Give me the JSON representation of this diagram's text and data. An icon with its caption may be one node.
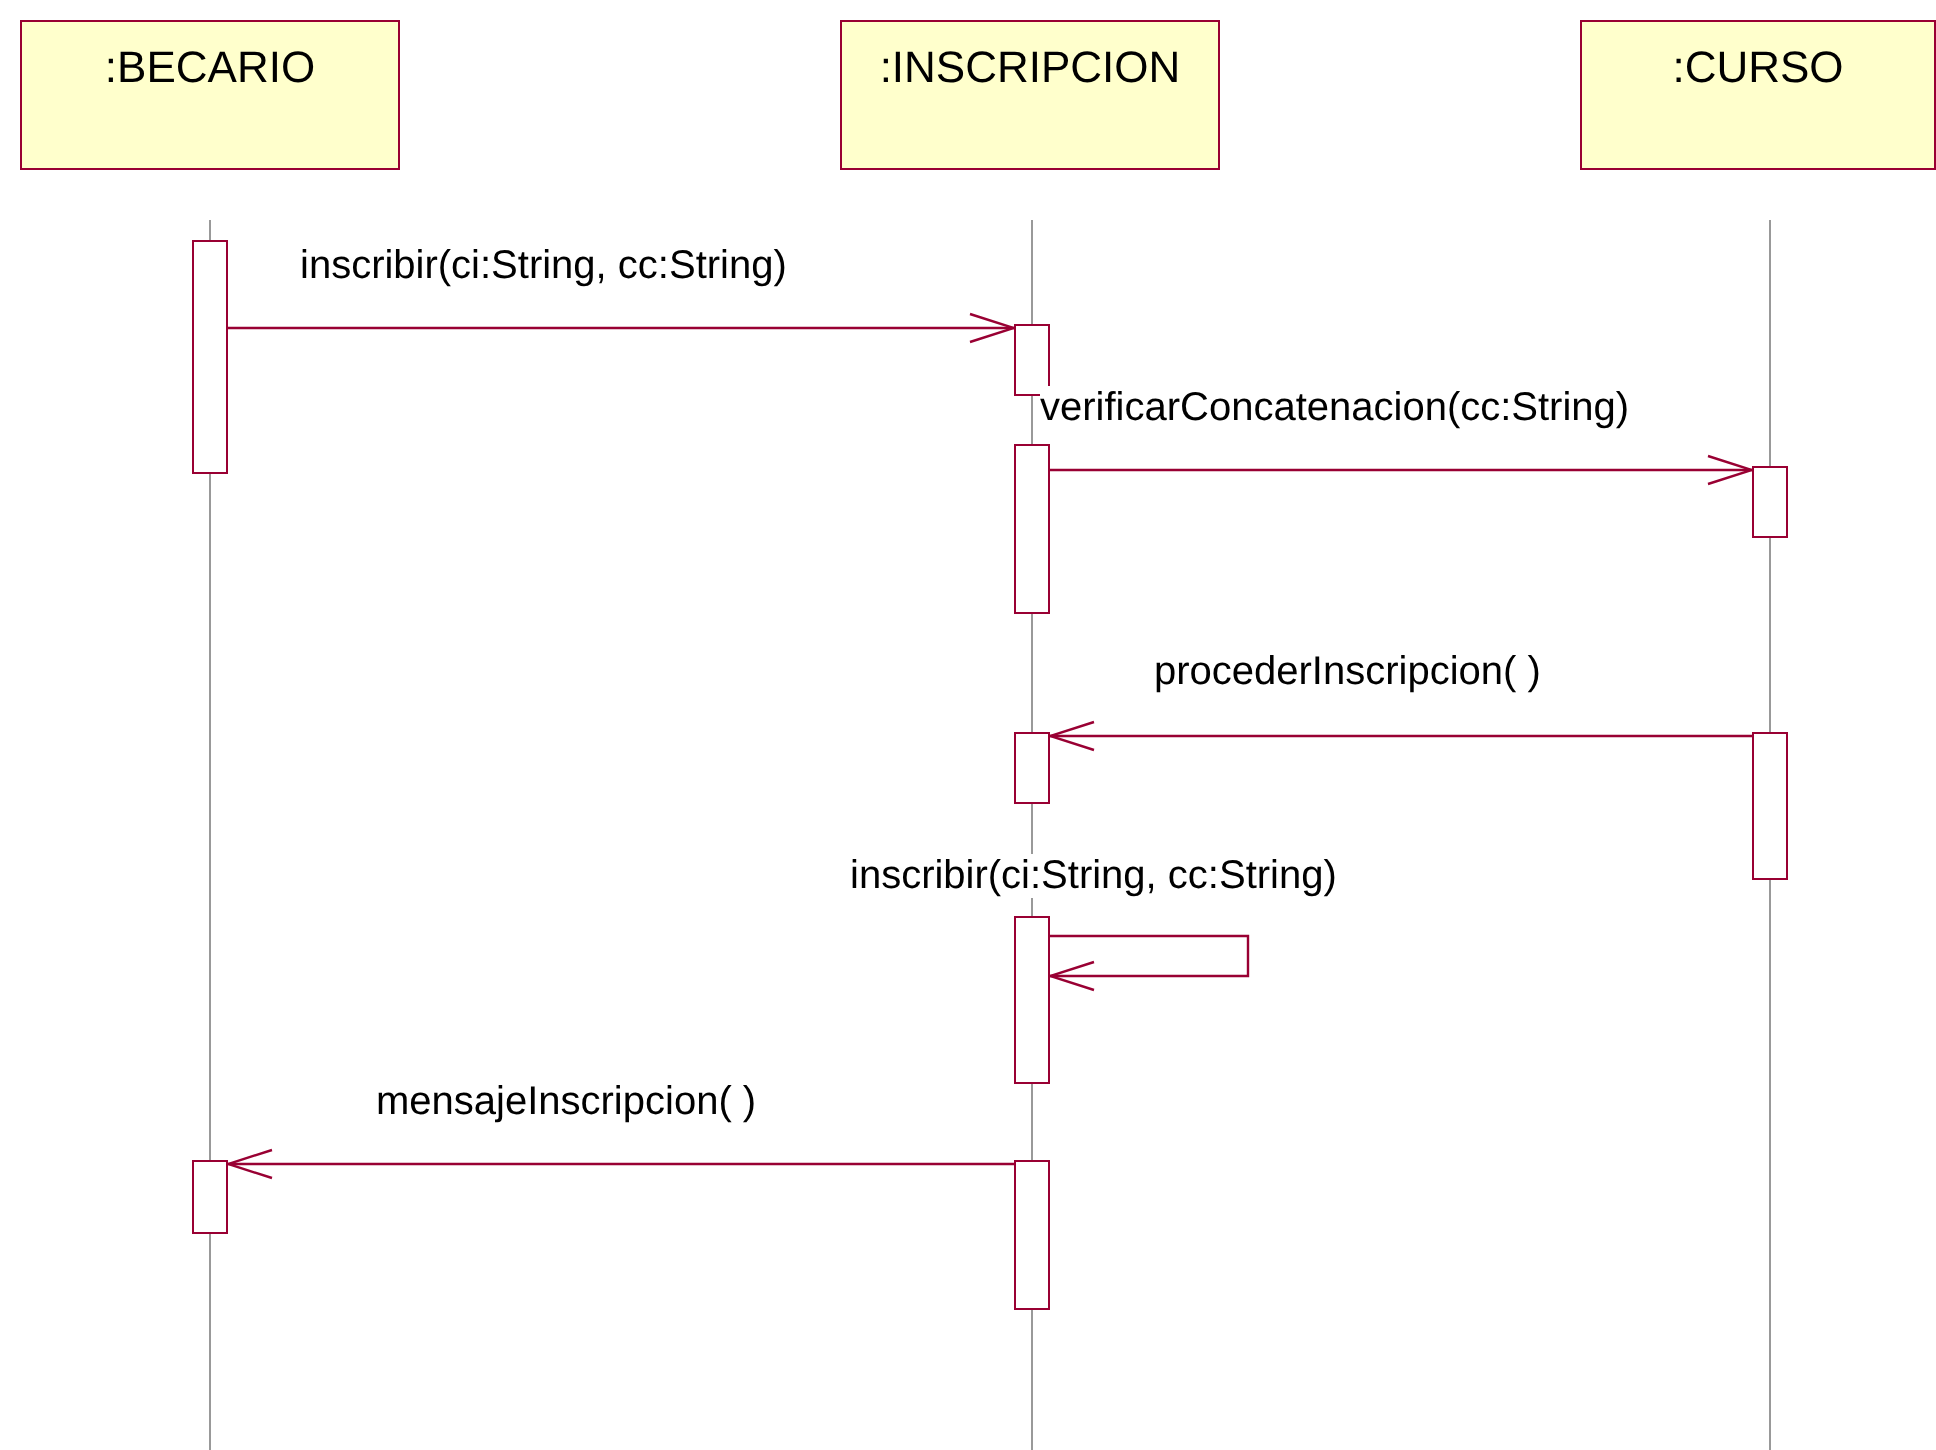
{
  "diagram": {
    "nodes": [
      {
        "text": [
          ":BECARIO"
        ]
      },
      {
        "text": [
          ":INSCRIPCION"
        ]
      },
      {
        "text": [
          ":CURSO"
        ]
      },
      {
        "text": [],
        "shape": "bar"
      },
      {
        "text": [],
        "shape": "bar"
      },
      {
        "text": [],
        "shape": "bar"
      },
      {
        "text": [],
        "shape": "bar"
      },
      {
        "text": [],
        "shape": "bar"
      },
      {
        "text": [],
        "shape": "bar"
      },
      {
        "text": [],
        "shape": "bar"
      },
      {
        "text": [],
        "shape": "bar"
      },
      {
        "text": [],
        "shape": "bar"
      }
    ],
    "edges": [
      {
        "from": 3,
        "to": 4,
        "arrow": "to",
        "label": "inscribir(ci:String, cc:String)"
      },
      {
        "from": 5,
        "to": 6,
        "arrow": "to",
        "label": "verificarConcatenacion(cc:String)"
      },
      {
        "from": 8,
        "to": 7,
        "arrow": "to",
        "label": "procederInscripcion( )"
      },
      {
        "from": 9,
        "to": 9,
        "arrow": "to",
        "label": "inscribir(ci:String, cc:String)"
      },
      {
        "from": 11,
        "to": 10,
        "arrow": "to",
        "label": "mensajeInscripcion( )"
      }
    ]
  }
}
